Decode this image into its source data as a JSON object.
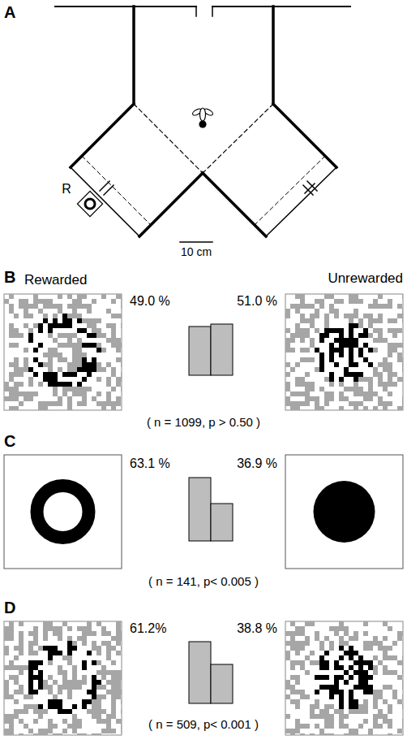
{
  "diagram": {
    "labels": [
      "A",
      "R",
      "10 cm",
      "B",
      "Rewarded",
      "Unrewarded",
      "49.0 %",
      "51.0 %",
      "( n = 1099, p > 0.50 )",
      "C",
      "63.1 %",
      "36.9 %",
      "( n = 141,  p< 0.005 )",
      "D",
      "61.2%",
      "38.8 %",
      "( n = 509, p< 0.001 )"
    ]
  }
}
